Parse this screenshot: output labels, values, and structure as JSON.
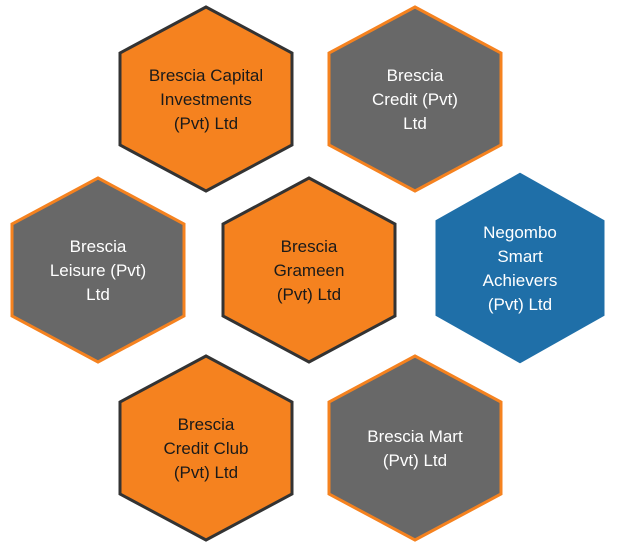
{
  "colors": {
    "orange": "#f5821f",
    "gray": "#686868",
    "blue": "#1f6fa8",
    "border_orange": "#f5821f",
    "border_dark": "#333333",
    "border_white": "#ffffff",
    "text_dark": "#1a1a1a",
    "text_light": "#ffffff"
  },
  "hexagons": [
    {
      "id": "brescia-capital-investments",
      "fill": "orange",
      "lines": [
        "Brescia Capital",
        "Investments",
        "(Pvt) Ltd"
      ]
    },
    {
      "id": "brescia-credit",
      "fill": "gray",
      "lines": [
        "Brescia",
        "Credit (Pvt)",
        "Ltd"
      ]
    },
    {
      "id": "brescia-leisure",
      "fill": "gray",
      "lines": [
        "Brescia",
        "Leisure (Pvt)",
        "Ltd"
      ]
    },
    {
      "id": "brescia-grameen",
      "fill": "orange",
      "lines": [
        "Brescia",
        "Grameen",
        "(Pvt) Ltd"
      ]
    },
    {
      "id": "negombo-smart-achievers",
      "fill": "blue",
      "lines": [
        "Negombo",
        "Smart",
        "Achievers",
        "(Pvt) Ltd"
      ]
    },
    {
      "id": "brescia-credit-club",
      "fill": "orange",
      "lines": [
        "Brescia",
        "Credit Club",
        "(Pvt) Ltd"
      ]
    },
    {
      "id": "brescia-mart",
      "fill": "gray",
      "lines": [
        "Brescia Mart",
        "(Pvt) Ltd"
      ]
    }
  ]
}
